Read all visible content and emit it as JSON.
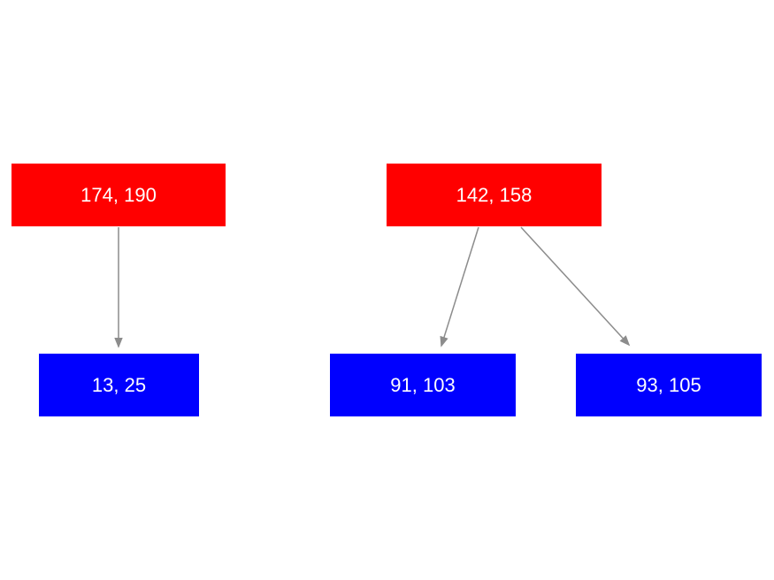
{
  "diagram": {
    "type": "tree",
    "background_color": "#ffffff",
    "arrow_color": "#8c8c8c",
    "nodes": [
      {
        "id": "parent-1",
        "label": "174, 190",
        "fill": "#ff0000",
        "text_color": "#ffffff",
        "level": "top"
      },
      {
        "id": "parent-2",
        "label": "142, 158",
        "fill": "#ff0000",
        "text_color": "#ffffff",
        "level": "top"
      },
      {
        "id": "child-1",
        "label": "13, 25",
        "fill": "#0000ff",
        "text_color": "#ffffff",
        "level": "bottom"
      },
      {
        "id": "child-2",
        "label": "91, 103",
        "fill": "#0000ff",
        "text_color": "#ffffff",
        "level": "bottom"
      },
      {
        "id": "child-3",
        "label": "93, 105",
        "fill": "#0000ff",
        "text_color": "#ffffff",
        "level": "bottom"
      }
    ],
    "edges": [
      {
        "from": "174, 190",
        "to": "13, 25"
      },
      {
        "from": "142, 158",
        "to": "91, 103"
      },
      {
        "from": "142, 158",
        "to": "93, 105"
      }
    ]
  }
}
